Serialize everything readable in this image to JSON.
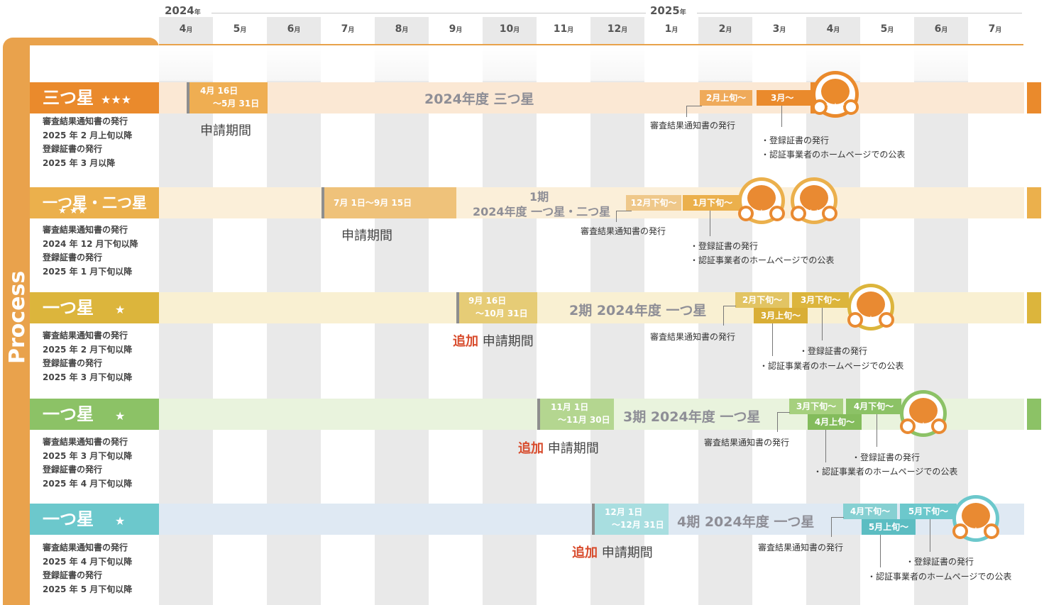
{
  "years": [
    {
      "label": "2024",
      "suffix": "年"
    },
    {
      "label": "2025",
      "suffix": "年"
    }
  ],
  "months": [
    {
      "label": "4",
      "suffix": "月"
    },
    {
      "label": "5",
      "suffix": "月"
    },
    {
      "label": "6",
      "suffix": "月"
    },
    {
      "label": "7",
      "suffix": "月"
    },
    {
      "label": "8",
      "suffix": "月"
    },
    {
      "label": "9",
      "suffix": "月"
    },
    {
      "label": "10",
      "suffix": "月"
    },
    {
      "label": "11",
      "suffix": "月"
    },
    {
      "label": "12",
      "suffix": "月"
    },
    {
      "label": "1",
      "suffix": "月"
    },
    {
      "label": "2",
      "suffix": "月"
    },
    {
      "label": "3",
      "suffix": "月"
    },
    {
      "label": "4",
      "suffix": "月"
    },
    {
      "label": "5",
      "suffix": "月"
    },
    {
      "label": "6",
      "suffix": "月"
    },
    {
      "label": "7",
      "suffix": "月"
    }
  ],
  "sidebar_label": "Process",
  "colors": {
    "sidebar": "#e9a24c",
    "row1": "#ea8a2c",
    "row2": "#ebb04c",
    "row3": "#dcb53c",
    "row4": "#8cc266",
    "row5": "#6cc8cc",
    "red": "#d84b2c"
  },
  "rows": [
    {
      "title": "三つ星",
      "stars": "★★★",
      "desc": [
        "審査結果通知書の発行",
        "2025 年 2 月上旬以降",
        "登録証書の発行",
        "2025 年 3 月以降"
      ],
      "apply_dates": [
        "4月 16日",
        "～5月 31日"
      ],
      "apply_label": "申請期間",
      "apply_prefix": "",
      "band_label": "2024年度 三つ星",
      "boxes": [
        "2月上旬～",
        "3月～"
      ],
      "notes": [
        "審査結果通知書の発行",
        "・登録証書の発行",
        "・認証事業者のホームページでの公表"
      ]
    },
    {
      "title": "一つ星・二つ星",
      "stars": "★   ★★",
      "desc": [
        "審査結果通知書の発行",
        "2024 年 12 月下旬以降",
        "登録証書の発行",
        "2025 年 1 月下旬以降"
      ],
      "apply_dates": [
        "7月 1日～9月 15日"
      ],
      "apply_label": "申請期間",
      "apply_prefix": "",
      "band_label_top": "1期",
      "band_label": "2024年度 一つ星・二つ星",
      "boxes": [
        "12月下旬～",
        "1月下旬～"
      ],
      "notes": [
        "審査結果通知書の発行",
        "・登録証書の発行",
        "・認証事業者のホームページでの公表"
      ]
    },
    {
      "title": "一つ星",
      "stars": "★",
      "desc": [
        "審査結果通知書の発行",
        "2025 年 2 月下旬以降",
        "登録証書の発行",
        "2025 年 3 月下旬以降"
      ],
      "apply_dates": [
        "9月 16日",
        "～10月 31日"
      ],
      "apply_label": "申請期間",
      "apply_prefix": "追加",
      "band_label": "2期 2024年度 一つ星",
      "boxes": [
        "2月下旬～",
        "3月下旬～",
        "3月上旬～"
      ],
      "notes": [
        "審査結果通知書の発行",
        "・登録証書の発行",
        "・認証事業者のホームページでの公表"
      ]
    },
    {
      "title": "一つ星",
      "stars": "★",
      "desc": [
        "審査結果通知書の発行",
        "2025 年 3 月下旬以降",
        "登録証書の発行",
        "2025 年 4 月下旬以降"
      ],
      "apply_dates": [
        "11月 1日",
        "～11月 30日"
      ],
      "apply_label": "申請期間",
      "apply_prefix": "追加",
      "band_label": "3期 2024年度 一つ星",
      "boxes": [
        "3月下旬～",
        "4月下旬～",
        "4月上旬～"
      ],
      "notes": [
        "審査結果通知書の発行",
        "・登録証書の発行",
        "・認証事業者のホームページでの公表"
      ]
    },
    {
      "title": "一つ星",
      "stars": "★",
      "desc": [
        "審査結果通知書の発行",
        "2025 年 4 月下旬以降",
        "登録証書の発行",
        "2025 年 5 月下旬以降"
      ],
      "apply_dates": [
        "12月 1日",
        "～12月 31日"
      ],
      "apply_label": "申請期間",
      "apply_prefix": "追加",
      "band_label": "4期 2024年度 一つ星",
      "boxes": [
        "4月下旬～",
        "5月下旬～",
        "5月上旬～"
      ],
      "notes": [
        "審査結果通知書の発行",
        "・登録証書の発行",
        "・認証事業者のホームページでの公表"
      ]
    }
  ]
}
